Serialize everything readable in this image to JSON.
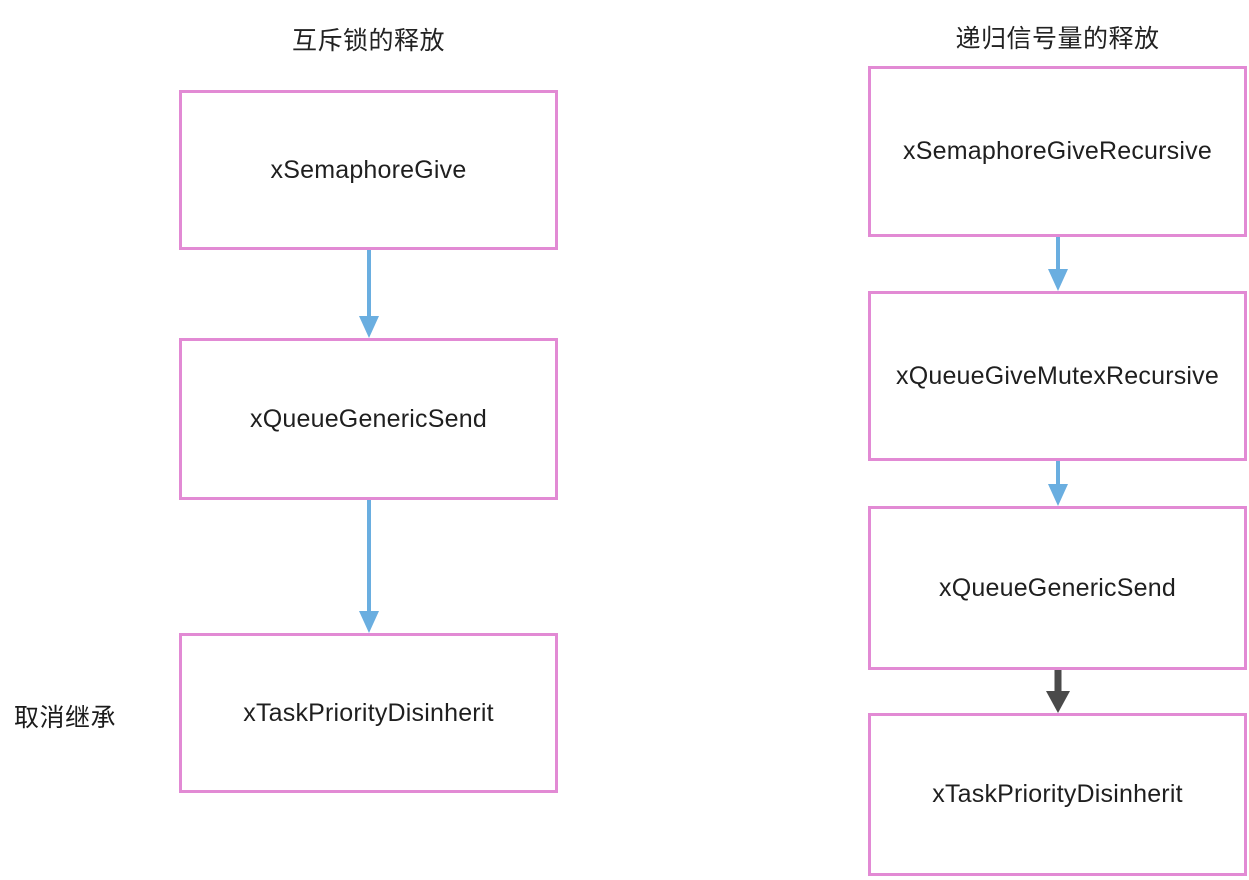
{
  "diagram": {
    "columns": [
      {
        "id": "mutex-give",
        "title": "互斥锁的释放",
        "side_label": "取消继承",
        "nodes": [
          {
            "label": "xSemaphoreGive"
          },
          {
            "label": "xQueueGenericSend"
          },
          {
            "label": "xTaskPriorityDisinherit"
          }
        ],
        "arrows": [
          {
            "from": "xSemaphoreGive",
            "to": "xQueueGenericSend",
            "color": "#6aaee0",
            "style": "blue-arrow"
          },
          {
            "from": "xQueueGenericSend",
            "to": "xTaskPriorityDisinherit",
            "color": "#6aaee0",
            "style": "blue-arrow"
          }
        ]
      },
      {
        "id": "recursive-semaphore-give",
        "title": "递归信号量的释放",
        "nodes": [
          {
            "label": "xSemaphoreGiveRecursive"
          },
          {
            "label": "xQueueGiveMutexRecursive"
          },
          {
            "label": "xQueueGenericSend"
          },
          {
            "label": "xTaskPriorityDisinherit"
          }
        ],
        "arrows": [
          {
            "from": "xSemaphoreGiveRecursive",
            "to": "xQueueGiveMutexRecursive",
            "color": "#6aaee0",
            "style": "blue-arrow"
          },
          {
            "from": "xQueueGiveMutexRecursive",
            "to": "xQueueGenericSend",
            "color": "#6aaee0",
            "style": "blue-arrow"
          },
          {
            "from": "xQueueGenericSend",
            "to": "xTaskPriorityDisinherit",
            "color": "#4a4a4a",
            "style": "gray-arrow"
          }
        ]
      }
    ],
    "colors": {
      "node_border": "#e28ad4",
      "node_fill": "#ffffff",
      "arrow_blue": "#6aaee0",
      "arrow_gray": "#4a4a4a",
      "text": "#1f1f1f",
      "background": "#ffffff"
    }
  }
}
